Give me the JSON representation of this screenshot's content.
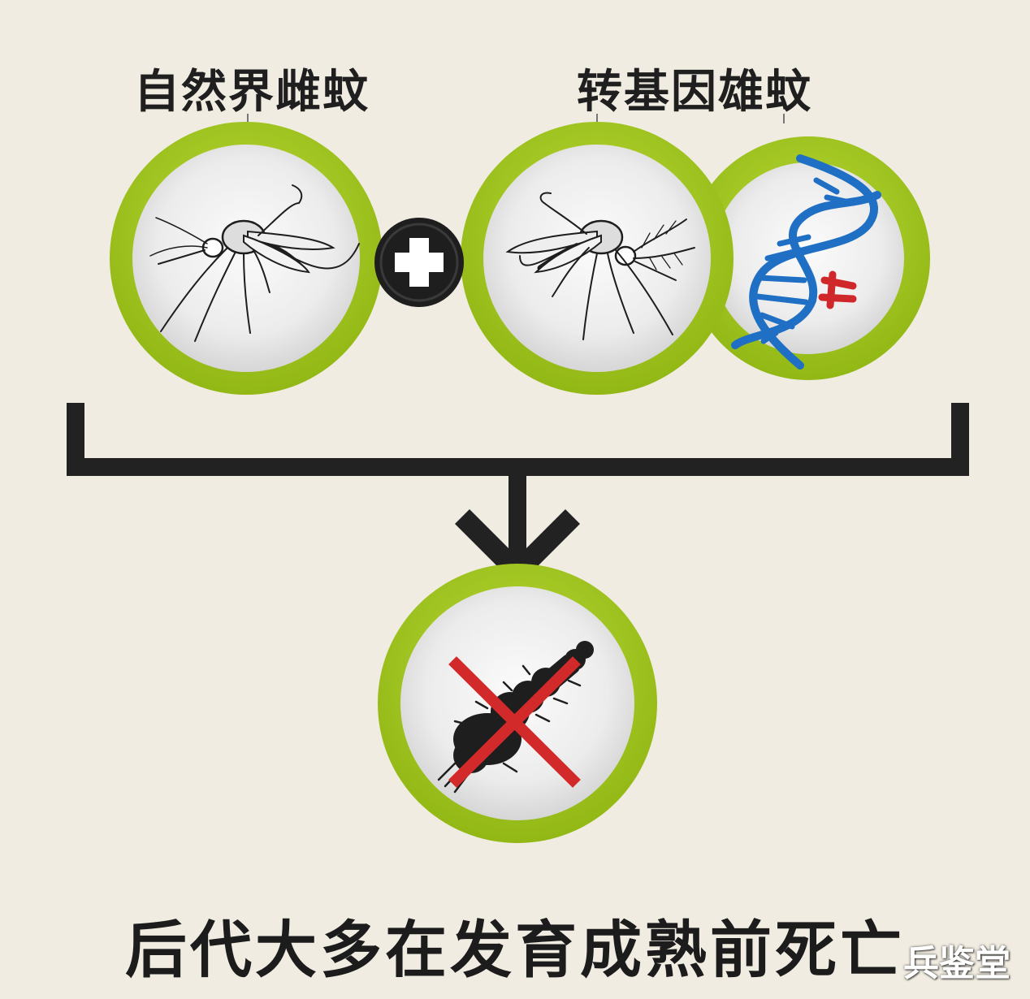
{
  "labels": {
    "female": "自然界雌蚊",
    "male": "转基因雄蚊"
  },
  "caption": "后代大多在发育成熟前死亡",
  "watermark": "兵鉴堂",
  "icons": {
    "female": "mosquito-icon",
    "male": "mosquito-icon",
    "gene": "dna-helix-icon",
    "offspring": "crossed-larva-icon",
    "operator": "plus-icon",
    "flow": "down-arrow-icon"
  },
  "colors": {
    "background": "#f1ece1",
    "ring": "#a8cc1c",
    "ring_inner": "#8fb315",
    "plate": "#eaeaea",
    "bracket": "#222222",
    "dna_blue": "#1f6fc4",
    "dna_red": "#d0282a",
    "cross": "#d22a2a"
  }
}
